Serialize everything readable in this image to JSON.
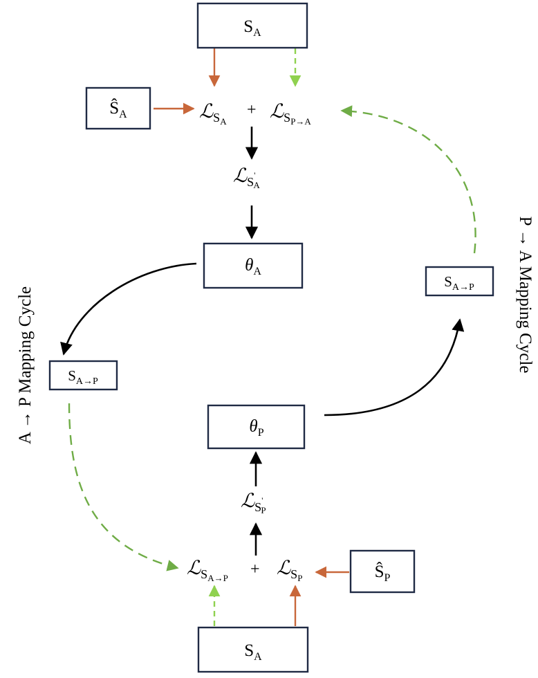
{
  "colors": {
    "box_border": "#1f2a44",
    "orange_arrow": "#c8673a",
    "light_green_dashed": "#8fd14f",
    "green_dashed_curve": "#6fac46",
    "black_arrow": "#000000"
  },
  "boxes": {
    "top_sa": {
      "base": "S",
      "sub": "A"
    },
    "sa_hat": {
      "base": "Ŝ",
      "sub": "A"
    },
    "theta_a": {
      "base": "θ",
      "sub": "A"
    },
    "left_sap": {
      "base": "S",
      "sub": "A→P"
    },
    "right_sap": {
      "base": "S",
      "sub": "A→P"
    },
    "theta_p": {
      "base": "θ",
      "sub": "P"
    },
    "sp_hat": {
      "base": "Ŝ",
      "sub": "P"
    },
    "bottom_sa": {
      "base": "S",
      "sub": "A"
    }
  },
  "losses": {
    "l_sa": {
      "script": "ℒ",
      "sub": "S",
      "subsub": "A"
    },
    "l_spa": {
      "script": "ℒ",
      "sub": "S",
      "subsub": "P→A"
    },
    "l_sa_prime": {
      "script": "ℒ",
      "sub": "S",
      "prime": "'",
      "subsub": "A"
    },
    "l_sap": {
      "script": "ℒ",
      "sub": "S",
      "subsub": "A→P"
    },
    "l_sp": {
      "script": "ℒ",
      "sub": "S",
      "subsub": "P"
    },
    "l_sp_prime": {
      "script": "ℒ",
      "sub": "S",
      "prime": "'",
      "subsub": "P"
    }
  },
  "operators": {
    "plus_top": "+",
    "plus_bottom": "+"
  },
  "cycle_labels": {
    "left": "A → P Mapping Cycle",
    "right": "P → A Mapping Cycle"
  }
}
